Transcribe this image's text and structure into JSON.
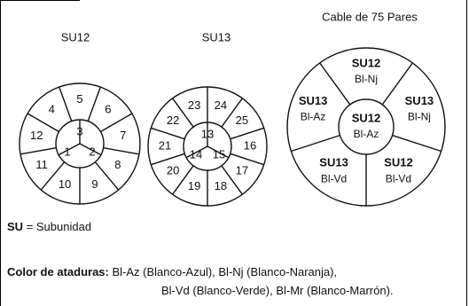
{
  "headings": {
    "su12": "SU12",
    "su13": "SU13",
    "cable": "Cable de 75 Pares"
  },
  "su12_circle": {
    "center": "3",
    "inner": [
      "1",
      "2"
    ],
    "outer": [
      "5",
      "6",
      "7",
      "8",
      "9",
      "10",
      "11",
      "12",
      "4"
    ]
  },
  "su13_circle": {
    "center": "13",
    "inner": [
      "14",
      "15"
    ],
    "outer": [
      "23",
      "24",
      "25",
      "16",
      "17",
      "18",
      "19",
      "20",
      "21",
      "22"
    ]
  },
  "cable_circle": {
    "center": {
      "su": "SU12",
      "color": "Bl-Az"
    },
    "segments": [
      {
        "su": "SU12",
        "color": "Bl-Nj"
      },
      {
        "su": "SU13",
        "color": "Bl-Nj"
      },
      {
        "su": "SU12",
        "color": "Bl-Vd"
      },
      {
        "su": "SU13",
        "color": "Bl-Vd"
      },
      {
        "su": "SU13",
        "color": "Bl-Az"
      }
    ]
  },
  "legend": {
    "su_abbr": "SU",
    "su_text": " = Subunidad",
    "color_label": "Color de ataduras:",
    "color_line1": " Bl-Az (Blanco-Azul), Bl-Nj (Blanco-Naranja),",
    "color_line2": "Bl-Vd (Blanco-Verde), Bl-Mr (Blanco-Marrón)."
  },
  "colors": {
    "ink": "#111111",
    "background": "#ffffff"
  }
}
